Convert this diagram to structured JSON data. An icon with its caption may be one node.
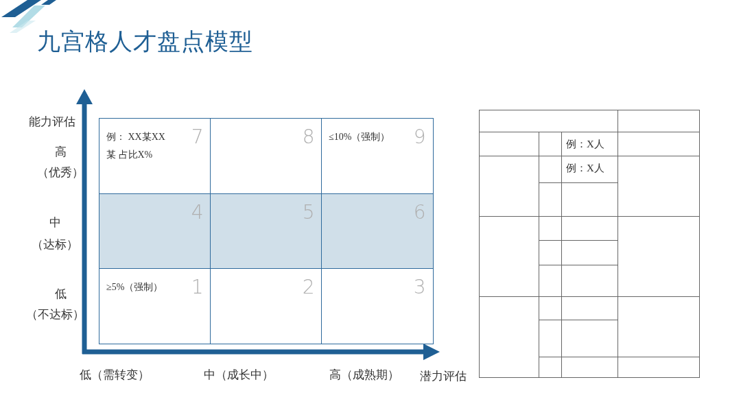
{
  "diagram": {
    "title": "九宫格人才盘点模型",
    "nodes": [
      {
        "text": [
          "例： XX某XX某 占比X%",
          "7"
        ]
      },
      {
        "text": [
          "8"
        ]
      },
      {
        "text": [
          "≤10%（强制）",
          "9"
        ]
      },
      {
        "text": [
          "4"
        ]
      },
      {
        "text": [
          "5"
        ]
      },
      {
        "text": [
          "6"
        ]
      },
      {
        "text": [
          "≥5%（强制）",
          "1"
        ]
      },
      {
        "text": [
          "2"
        ]
      },
      {
        "text": [
          "3"
        ]
      }
    ],
    "labels": [
      "能力评估",
      "高",
      "（优秀）",
      "中",
      "（达标）",
      "低",
      "（不达标）",
      "低（需转变）",
      "中（成长中）",
      "高（成熟期）",
      "潜力评估",
      "例：X人",
      "例：X人"
    ]
  }
}
